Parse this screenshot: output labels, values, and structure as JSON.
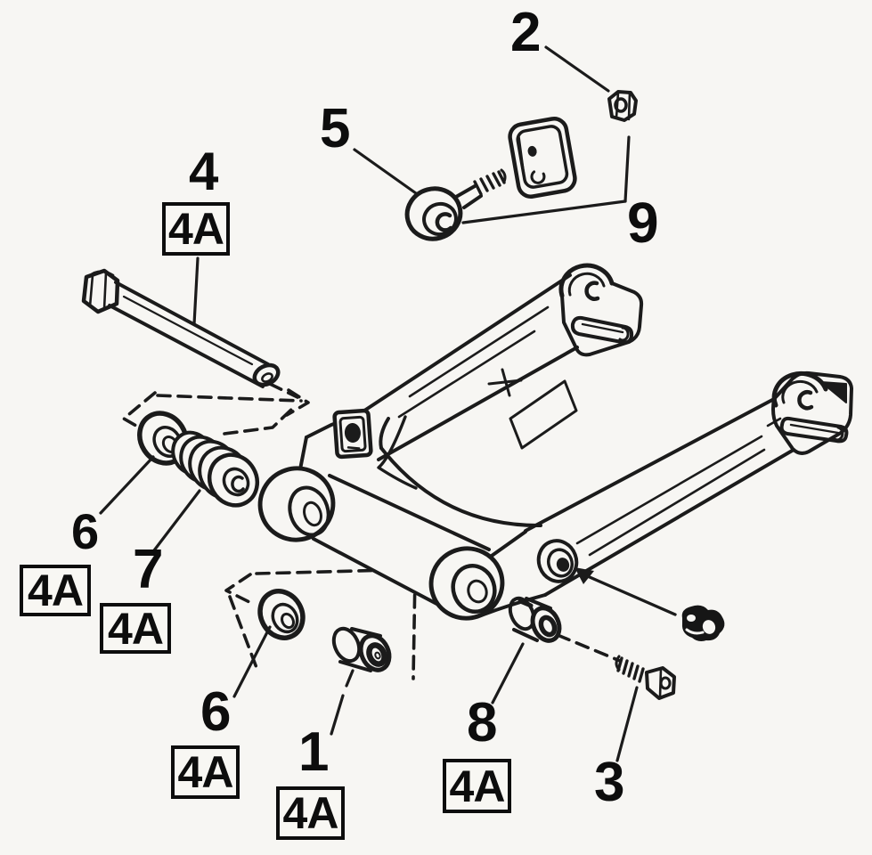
{
  "colors": {
    "paper": "#f7f6f3",
    "ink": "#1b1b1b",
    "label": "#0d0d0d"
  },
  "callouts": [
    {
      "id": "callout-2",
      "label": "2"
    },
    {
      "id": "callout-5",
      "label": "5"
    },
    {
      "id": "callout-4",
      "label": "4"
    },
    {
      "id": "callout-9",
      "label": "9"
    },
    {
      "id": "callout-6-upper",
      "label": "6"
    },
    {
      "id": "callout-7",
      "label": "7"
    },
    {
      "id": "callout-6-lower",
      "label": "6"
    },
    {
      "id": "callout-1",
      "label": "1"
    },
    {
      "id": "callout-8",
      "label": "8"
    },
    {
      "id": "callout-3",
      "label": "3"
    }
  ],
  "ref_boxes": [
    {
      "id": "ref-4a-under-4",
      "label": "4A"
    },
    {
      "id": "ref-4a-left",
      "label": "4A"
    },
    {
      "id": "ref-4a-under-7",
      "label": "4A"
    },
    {
      "id": "ref-4a-under-6-lower",
      "label": "4A"
    },
    {
      "id": "ref-4a-under-1",
      "label": "4A"
    },
    {
      "id": "ref-4a-under-8",
      "label": "4A"
    }
  ]
}
